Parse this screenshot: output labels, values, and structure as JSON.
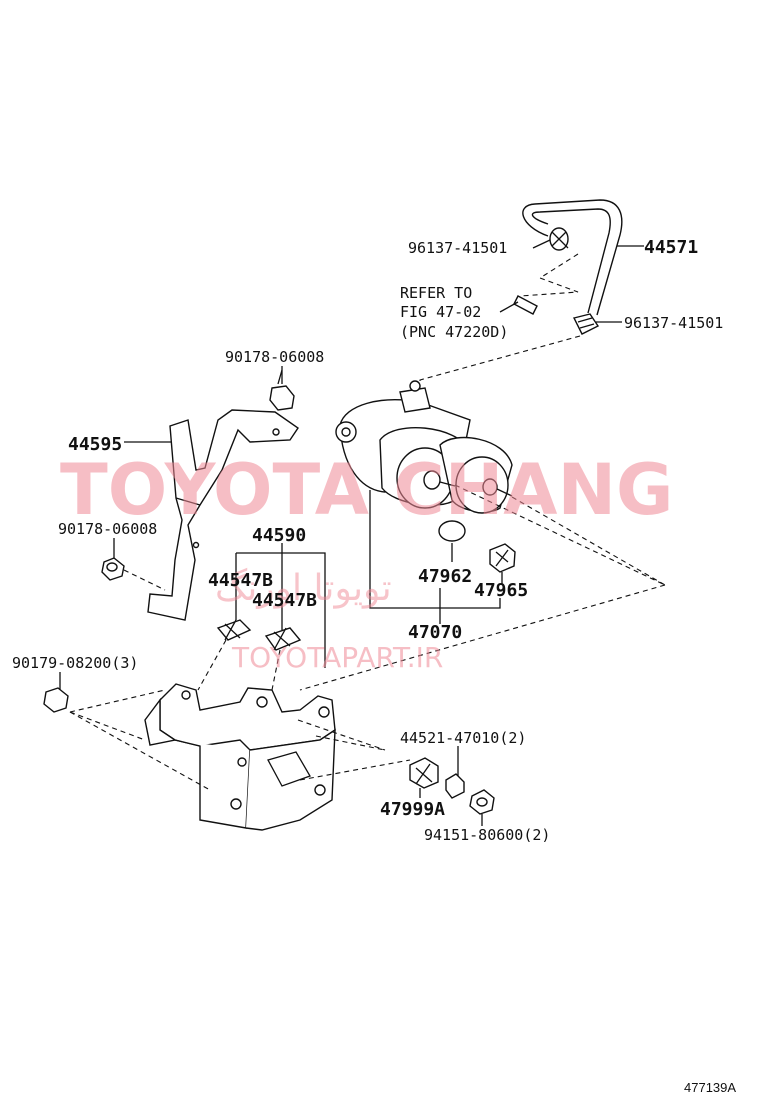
{
  "labels": {
    "p96137_top": "96137-41501",
    "p44571": "44571",
    "refer_1": "REFER TO",
    "refer_2": "FIG 47-02",
    "refer_3": "(PNC 47220D)",
    "p96137_bottom": "96137-41501",
    "p90178_top": "90178-06008",
    "p44595": "44595",
    "p90178_mid": "90178-06008",
    "p44590": "44590",
    "p44547b_a": "44547B",
    "p44547b_b": "44547B",
    "p47962": "47962",
    "p47965": "47965",
    "p47070": "47070",
    "p90179": "90179-08200(3)",
    "p44521": "44521-47010(2)",
    "p47999a": "47999A",
    "p94151": "94151-80600(2)",
    "figure_id": "477139A"
  },
  "watermark": {
    "brand": "TOYOTA CHANG",
    "persian": "تویوتا اورنگ",
    "url": "TOYOTAPART.IR",
    "color": "#f08a96"
  }
}
